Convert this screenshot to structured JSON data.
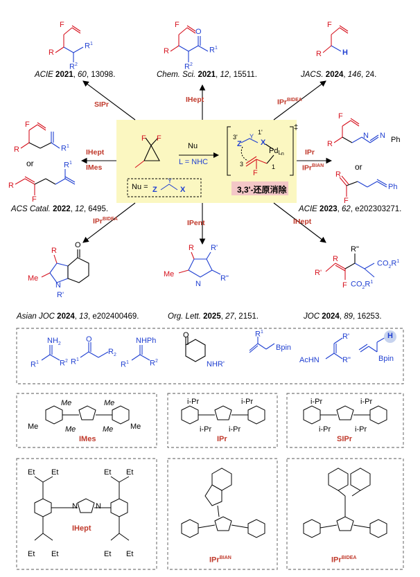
{
  "center": {
    "reagent_top": "Nu",
    "reagent_bottom": "L = NHC",
    "nu_label": "Nu =",
    "badge": "3,3'-还原消除",
    "dagger": "‡",
    "atoms": {
      "F": "F",
      "Z": "Z",
      "Y": "Y",
      "X": "X",
      "Pd": "Pd",
      "L": "L",
      "n": "n",
      "n3": "3",
      "n1": "1",
      "n3p": "3'",
      "n1p": "1'"
    }
  },
  "catalysts": {
    "top_left": "SIPr",
    "top_center": "IHept",
    "top_right_base": "IPr",
    "top_right_sup": "BIDEA",
    "mid_left_1": "IHept",
    "mid_left_2": "IMes",
    "mid_right_1": "IPr",
    "mid_right_2_base": "IPr",
    "mid_right_2_sup": "BIAN",
    "bot_left_base": "IPr",
    "bot_left_sup": "BIDEA",
    "bot_center": "IPent",
    "bot_right": "IHept"
  },
  "citations": {
    "top_left": {
      "journal": "ACIE",
      "year": "2021",
      "sep1": ", ",
      "volume": "60",
      "rest": ", 13098."
    },
    "top_center": {
      "journal": "Chem. Sci.",
      "year": "2021",
      "sep1": ", ",
      "volume": "12",
      "rest": ", 15511."
    },
    "top_right": {
      "journal": "JACS.",
      "year": "2024",
      "sep1": ", ",
      "volume": "146",
      "rest": ", 24."
    },
    "mid_left": {
      "journal": "ACS Catal.",
      "year": "2022",
      "sep1": ", ",
      "volume": "12",
      "rest": ", 6495."
    },
    "mid_right": {
      "journal": "ACIE",
      "year": "2023",
      "sep1": ", ",
      "volume": "62",
      "rest": ", e202303271."
    },
    "bot_left": {
      "journal": "Asian JOC",
      "year": "2024",
      "sep1": ", ",
      "volume": "13",
      "rest": ", e202400469."
    },
    "bot_center": {
      "journal": "Org. Lett.",
      "year": "2025",
      "sep1": ", ",
      "volume": "27",
      "rest": ", 2151."
    },
    "bot_right": {
      "journal": "JOC",
      "year": "2024",
      "sep1": ", ",
      "volume": "89",
      "rest": ", 16253."
    }
  },
  "or_label": "or",
  "product_atoms": {
    "F": "F",
    "R": "R",
    "R1": "R",
    "R2": "R",
    "H": "H",
    "O": "O",
    "N": "N",
    "Ph": "Ph",
    "Me": "Me",
    "sup1": "1",
    "sup2": "2",
    "Rp": "R'",
    "Rpp": "R\"",
    "CO2R1": "CO",
    "sub2": "2"
  },
  "nucleophiles": {
    "nh2": "NH",
    "nh2_sub": "2",
    "nhph": "NHPh",
    "nhr": "NHR'",
    "bpin": "Bpin",
    "achn": "AcHN",
    "r1": "R",
    "r2": "R",
    "sup1": "1",
    "sup2": "2",
    "rp": "R'",
    "rpp": "R\"",
    "h": "H",
    "o": "O",
    "n": "N"
  },
  "ligands": {
    "imes": "IMes",
    "ipr": "IPr",
    "sipr": "SIPr",
    "ihept": "IHept",
    "iprbian_base": "IPr",
    "iprbian_sup": "BIAN",
    "iprbidea_base": "IPr",
    "iprbidea_sup": "BIDEA",
    "me": "Me",
    "ipr_sub": "i-Pr",
    "et": "Et",
    "n": "N"
  },
  "colors": {
    "red": "#d6121e",
    "blue": "#1f3fd1",
    "center_box": "#fbf7c1",
    "badge": "#f3c7c7",
    "catalyst": "#c0392b"
  }
}
